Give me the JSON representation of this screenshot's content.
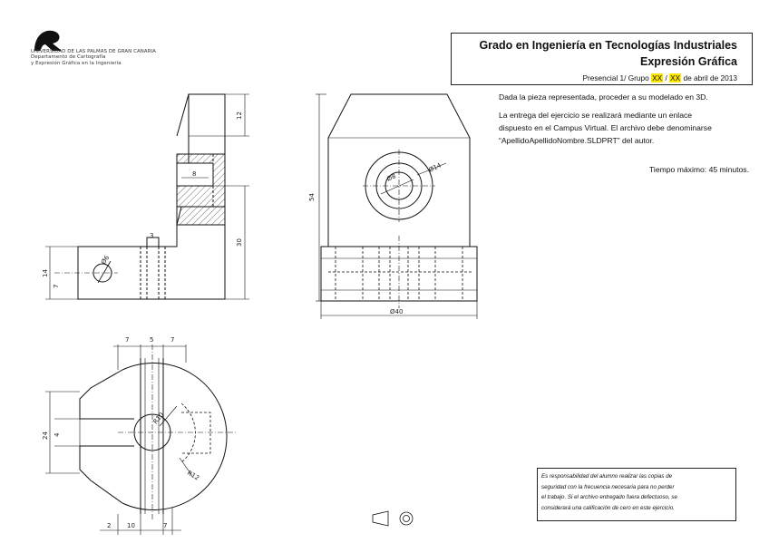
{
  "university": {
    "line1": "UNIVERSIDAD DE LAS PALMAS DE GRAN CANARIA",
    "line2": "Departamento de Cartografía",
    "line3": "y Expresión Gráfica en la Ingeniería"
  },
  "title_block": {
    "degree": "Grado en Ingeniería en Tecnologías Industriales",
    "subject": "Expresión Gráfica",
    "session_prefix": "Presencial 1/ Grupo ",
    "group_a": "XX",
    "group_sep": " / ",
    "group_b": "XX",
    "date_suffix": " de abril de 2013"
  },
  "instructions": {
    "line1": "Dada la pieza representada, proceder a su modelado en 3D.",
    "line2": "La entrega del ejercicio se realizará mediante un enlace",
    "line3": "dispuesto en el Campus Virtual. El archivo debe denominarse",
    "line4": "“ApellidoApellidoNombre.SLDPRT” del autor.",
    "time": "Tiempo máximo: 45 minutos."
  },
  "note": {
    "line1": "Es responsabilidad del alumno realizar las copias de",
    "line2": "seguridad con la frecuencia necesaria para no perder",
    "line3": "el trabajo. Si el archivo entregado fuera defectuoso, se",
    "line4": "considerará una calificación de cero en este ejercicio."
  },
  "dimensions": {
    "d12": "12",
    "d8": "8",
    "d30": "30",
    "d3": "3",
    "d14": "14",
    "d7": "7",
    "d6": "Ø6",
    "d54": "54",
    "d40": "Ø40",
    "d14b": "Ø14",
    "d8b": "Ø8",
    "t7a": "7",
    "t5": "5",
    "t7b": "7",
    "d24": "24",
    "d4": "4",
    "r10": "R10",
    "r12": "R12",
    "b2": "2",
    "b10": "10",
    "b7": "7"
  }
}
